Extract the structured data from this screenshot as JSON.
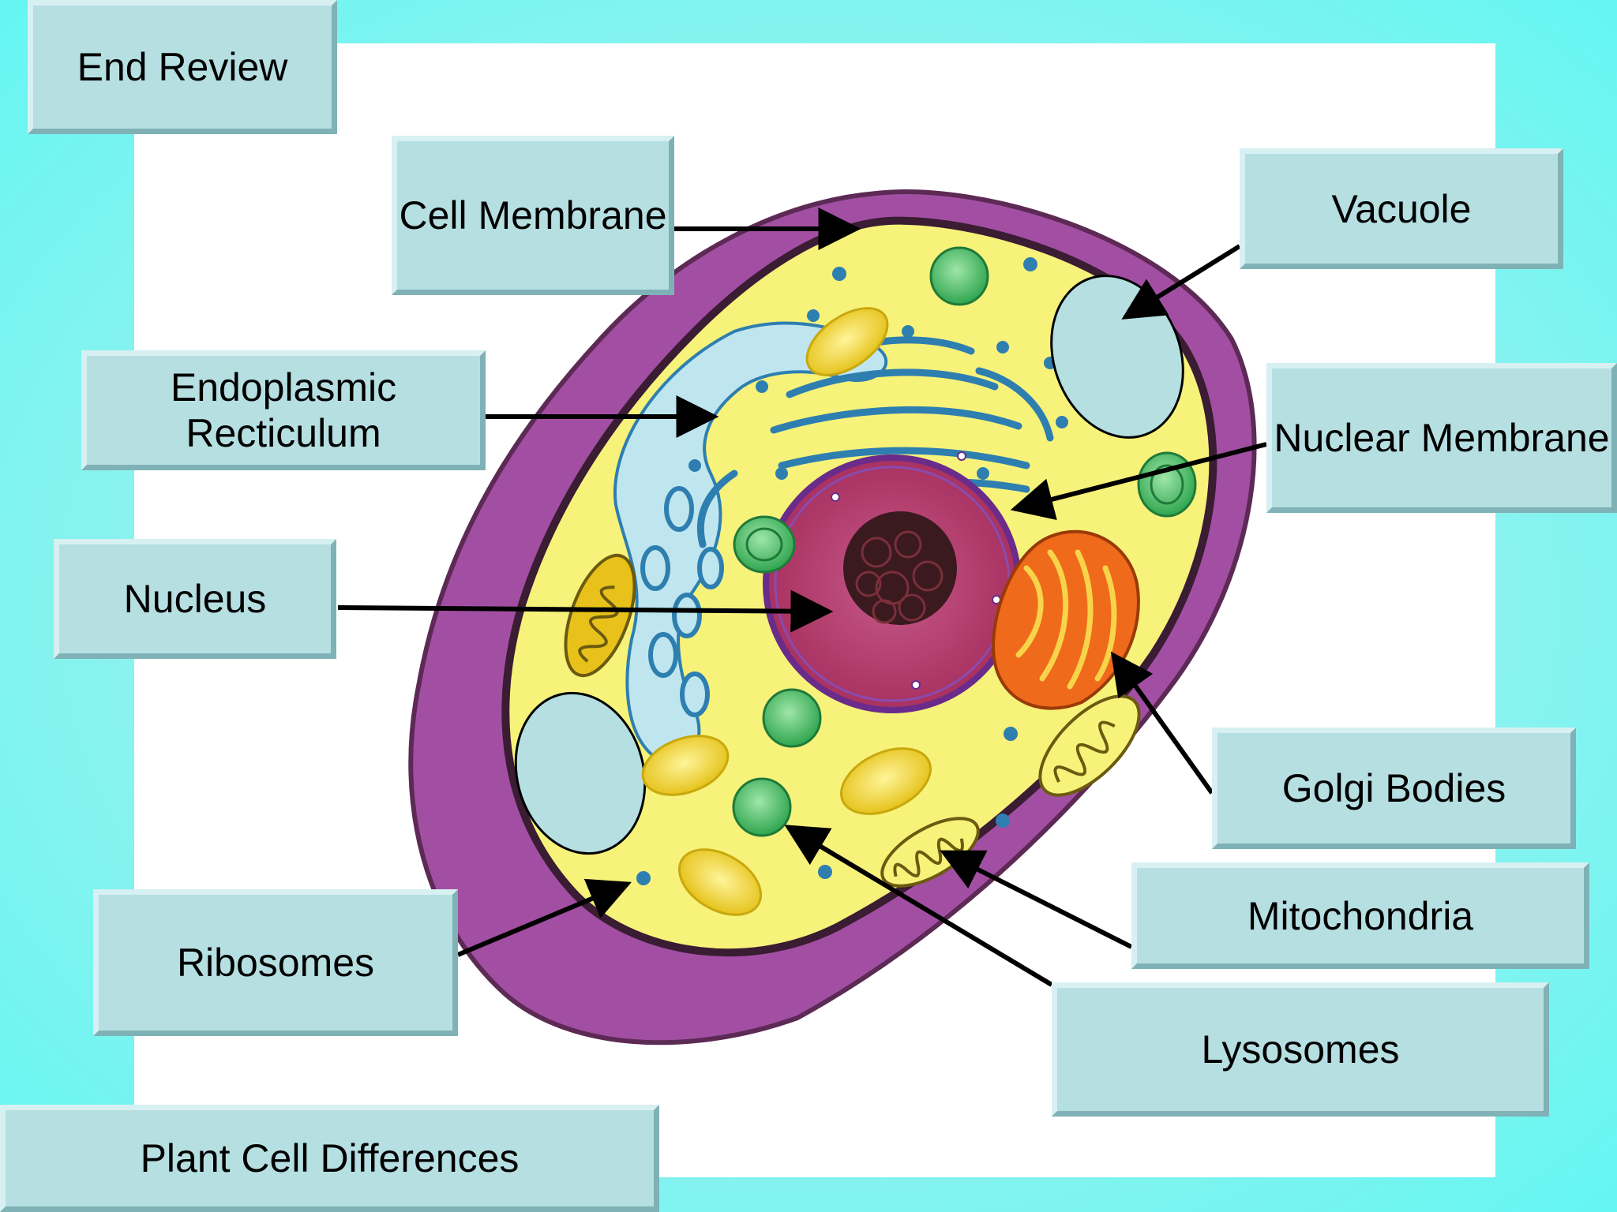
{
  "nav": {
    "end_review": "End Review",
    "plant_cell_differences": "Plant Cell Differences"
  },
  "labels": {
    "cell_membrane": "Cell Membrane",
    "vacuole": "Vacuole",
    "endoplasmic_reticulum_line1": "Endoplasmic",
    "endoplasmic_reticulum_line2": "Recticulum",
    "nuclear_membrane": "Nuclear Membrane",
    "nucleus": "Nucleus",
    "golgi_bodies": "Golgi Bodies",
    "mitochondria": "Mitochondria",
    "ribosomes": "Ribosomes",
    "lysosomes": "Lysosomes"
  },
  "colors": {
    "frame": "#6df7f3",
    "label_fill": "#b6dfe2",
    "cell_wall": "#a24fa3",
    "cytoplasm": "#f7f27a",
    "nucleus": "#b23c6d",
    "vacuole": "#b6dfe2",
    "er": "#bfe6ef",
    "golgi": "#f06a1c",
    "lysosome": "#4fc46d",
    "arrow": "#000000"
  }
}
